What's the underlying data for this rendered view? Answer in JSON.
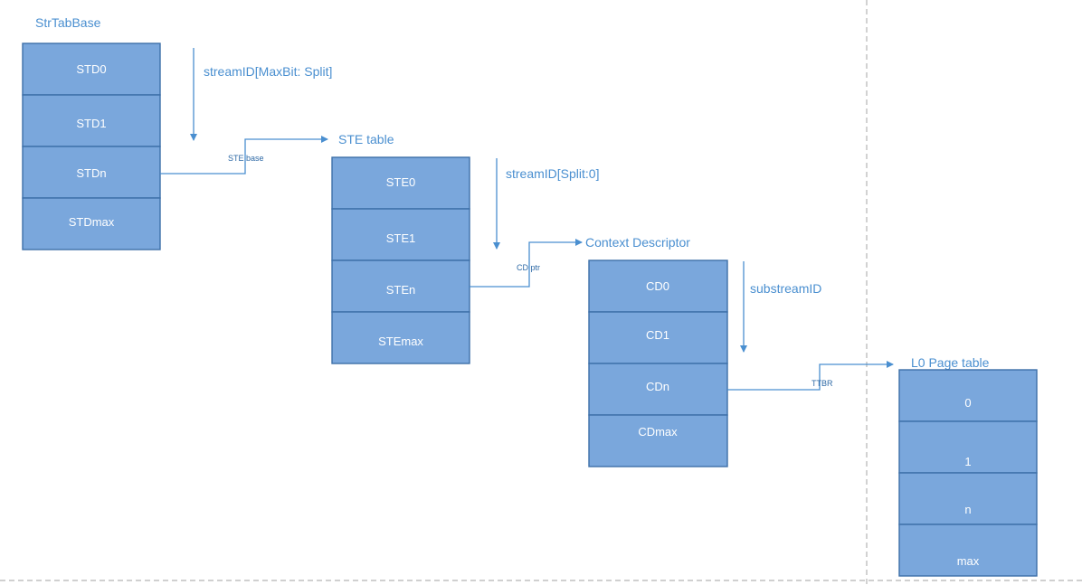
{
  "tables": {
    "str_tab": {
      "title": "StrTabBase",
      "cells": [
        "STD0",
        "STD1",
        "STDn",
        "STDmax"
      ]
    },
    "ste": {
      "title": "STE table",
      "cells": [
        "STE0",
        "STE1",
        "STEn",
        "STEmax"
      ]
    },
    "cd": {
      "title": "Context Descriptor",
      "cells": [
        "CD0",
        "CD1",
        "CDn",
        "CDmax"
      ]
    },
    "l0": {
      "title": "L0 Page table",
      "cells": [
        "0",
        "1",
        "n",
        "max"
      ]
    }
  },
  "index_labels": {
    "stream_hi": "streamID[MaxBit: Split]",
    "stream_lo": "streamID[Split:0]",
    "substream": "substreamID"
  },
  "link_labels": {
    "ste_base": "STE base",
    "cd_ptr": "CD ptr",
    "ttbr": "TTBR"
  }
}
